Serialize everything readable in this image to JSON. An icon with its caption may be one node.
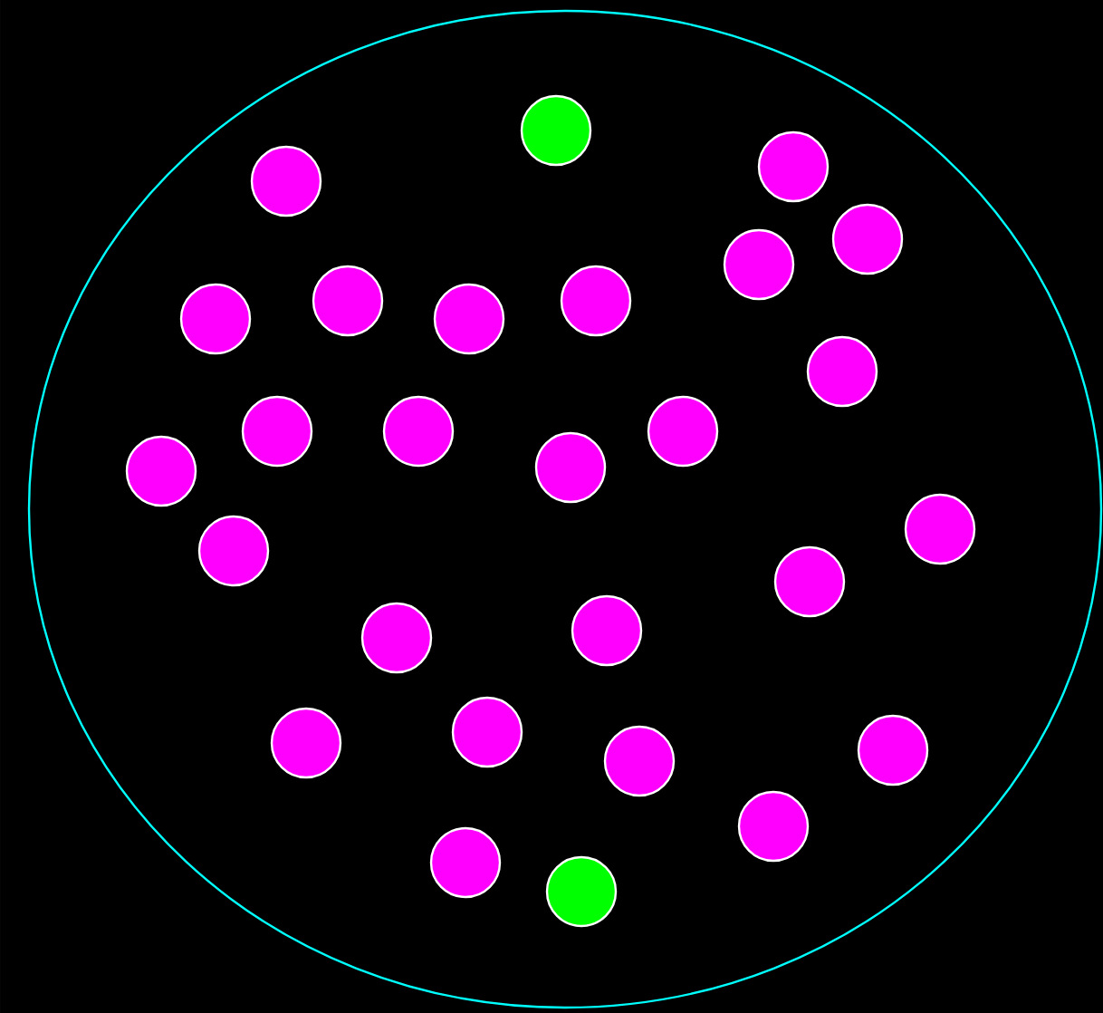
{
  "diagram": {
    "nodes": [
      {
        "text": [],
        "shape": "ellipse"
      },
      {
        "text": [],
        "shape": "circle",
        "in": 0
      },
      {
        "text": [],
        "shape": "circle",
        "in": 0
      },
      {
        "text": [],
        "shape": "circle",
        "in": 0
      },
      {
        "text": [],
        "shape": "circle",
        "in": 0
      },
      {
        "text": [],
        "shape": "circle",
        "in": 0
      },
      {
        "text": [],
        "shape": "circle",
        "in": 0
      },
      {
        "text": [],
        "shape": "circle",
        "in": 0
      },
      {
        "text": [],
        "shape": "circle",
        "in": 0
      },
      {
        "text": [],
        "shape": "circle",
        "in": 0
      },
      {
        "text": [],
        "shape": "circle",
        "in": 0
      },
      {
        "text": [],
        "shape": "circle",
        "in": 0
      },
      {
        "text": [],
        "shape": "circle",
        "in": 0
      },
      {
        "text": [],
        "shape": "circle",
        "in": 0
      },
      {
        "text": [],
        "shape": "circle",
        "in": 0
      },
      {
        "text": [],
        "shape": "circle",
        "in": 0
      },
      {
        "text": [],
        "shape": "circle",
        "in": 0
      },
      {
        "text": [],
        "shape": "circle",
        "in": 0
      },
      {
        "text": [],
        "shape": "circle",
        "in": 0
      },
      {
        "text": [],
        "shape": "circle",
        "in": 0
      },
      {
        "text": [],
        "shape": "circle",
        "in": 0
      },
      {
        "text": [],
        "shape": "circle",
        "in": 0
      },
      {
        "text": [],
        "shape": "circle",
        "in": 0
      },
      {
        "text": [],
        "shape": "circle",
        "in": 0
      },
      {
        "text": [],
        "shape": "circle",
        "in": 0
      },
      {
        "text": [],
        "shape": "circle",
        "in": 0
      },
      {
        "text": [],
        "shape": "circle",
        "in": 0
      },
      {
        "text": [],
        "shape": "circle",
        "in": 0
      }
    ]
  }
}
